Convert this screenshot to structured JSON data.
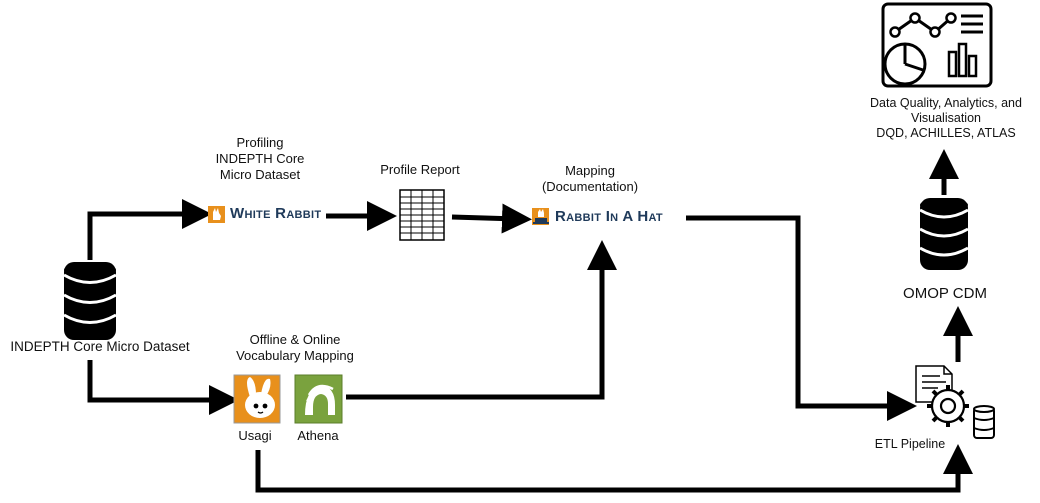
{
  "nodes": {
    "source": {
      "label": "INDEPTH Core Micro Dataset",
      "icon": "database-icon"
    },
    "profiling": {
      "lines": [
        "Profiling",
        "INDEPTH Core",
        "Micro Dataset"
      ]
    },
    "white_rabbit": {
      "label": "White Rabbit",
      "icon": "white-rabbit-logo"
    },
    "profile_report": {
      "label": "Profile Report",
      "icon": "spreadsheet-icon"
    },
    "mapping": {
      "lines": [
        "Mapping",
        "(Documentation)"
      ]
    },
    "rabbit_in_a_hat": {
      "label": "Rabbit In A Hat",
      "icon": "rabbit-in-a-hat-logo"
    },
    "vocab": {
      "lines": [
        "Offline & Online",
        "Vocabulary Mapping"
      ]
    },
    "usagi": {
      "label": "Usagi",
      "icon": "usagi-logo"
    },
    "athena": {
      "label": "Athena",
      "icon": "athena-logo"
    },
    "etl": {
      "label": "ETL Pipeline",
      "icon": "etl-pipeline-icon"
    },
    "omop": {
      "label": "OMOP CDM",
      "icon": "database-icon"
    },
    "dq": {
      "lines": [
        "Data Quality, Analytics, and",
        "Visualisation",
        "DQD, ACHILLES, ATLAS"
      ],
      "icon": "dashboard-analytics-icon"
    }
  },
  "colors": {
    "arrow": "#000000",
    "brand": "#1f3a5a",
    "orange": "#e8901c",
    "athena_green": "#7aa23e"
  }
}
